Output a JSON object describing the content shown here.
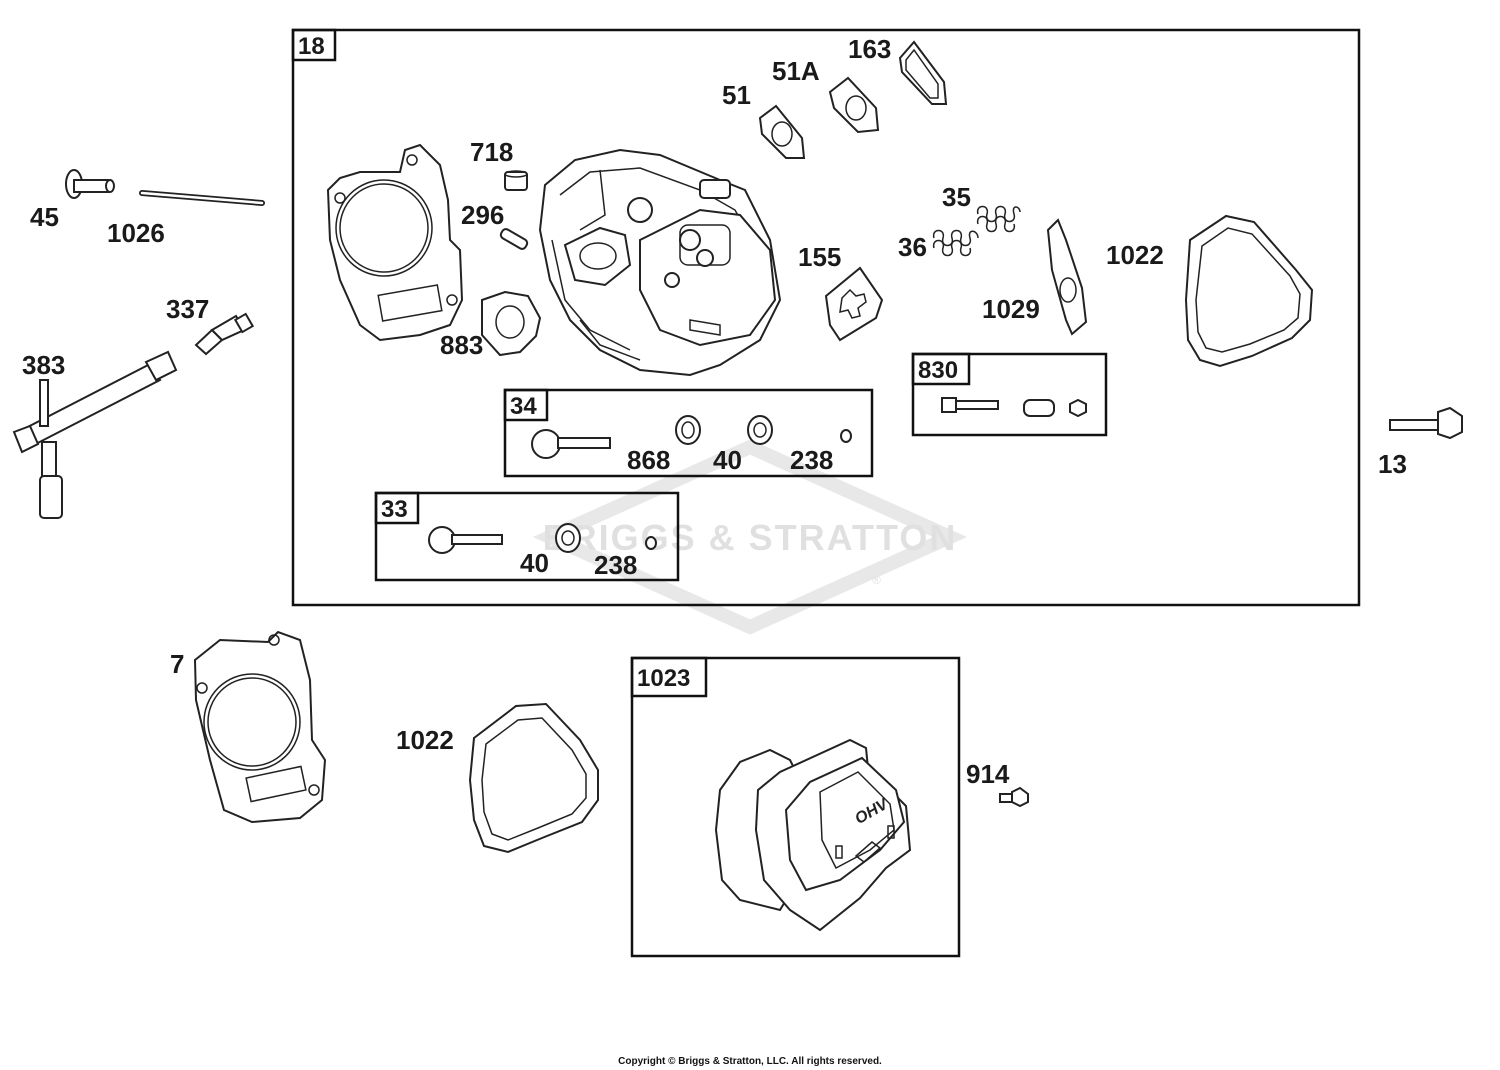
{
  "watermark": {
    "text": "BRIGGS & STRATTON",
    "mark": "®"
  },
  "copyright": "Copyright © Briggs & Stratton, LLC. All rights reserved.",
  "assemblies": {
    "cylinder_head": "18",
    "valve_exhaust_kit": "34",
    "valve_intake_kit": "33",
    "rocker_adjust_kit": "830",
    "valve_cover_kit": "1023"
  },
  "labels": {
    "p163": "163",
    "p51a": "51A",
    "p51": "51",
    "p718": "718",
    "p296": "296",
    "p883": "883",
    "p155": "155",
    "p35": "35",
    "p36": "36",
    "p1029": "1029",
    "p1022_top": "1022",
    "p45": "45",
    "p1026": "1026",
    "p337": "337",
    "p383": "383",
    "p868": "868",
    "p40_a": "40",
    "p238_a": "238",
    "p40_b": "40",
    "p238_b": "238",
    "p13": "13",
    "p7": "7",
    "p1022_bottom": "1022",
    "p914": "914",
    "ohv_text": "OHV"
  }
}
